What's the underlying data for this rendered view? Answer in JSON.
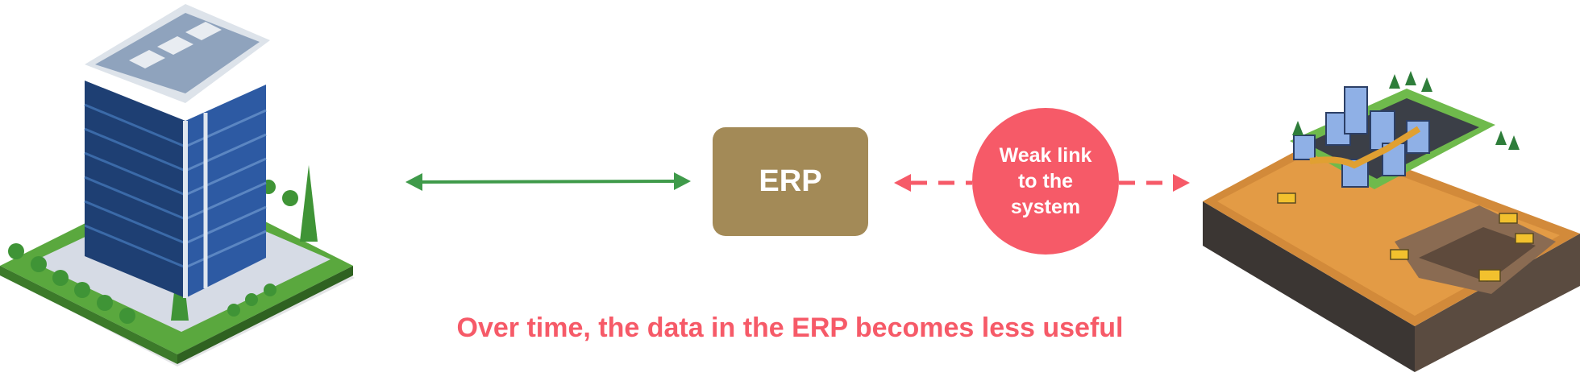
{
  "diagram": {
    "erp_label": "ERP",
    "weak_link_lines": [
      "Weak link",
      "to the",
      "system"
    ],
    "caption": "Over time, the data in the ERP becomes less useful"
  },
  "illustrations": {
    "left": "office-building",
    "right": "mining-site"
  },
  "colors": {
    "erp_box": "#a38a57",
    "weak_link_circle": "#f65a68",
    "caption": "#f65a68",
    "solid_arrow": "#3f9a4a",
    "dashed_arrow": "#f65a68"
  }
}
